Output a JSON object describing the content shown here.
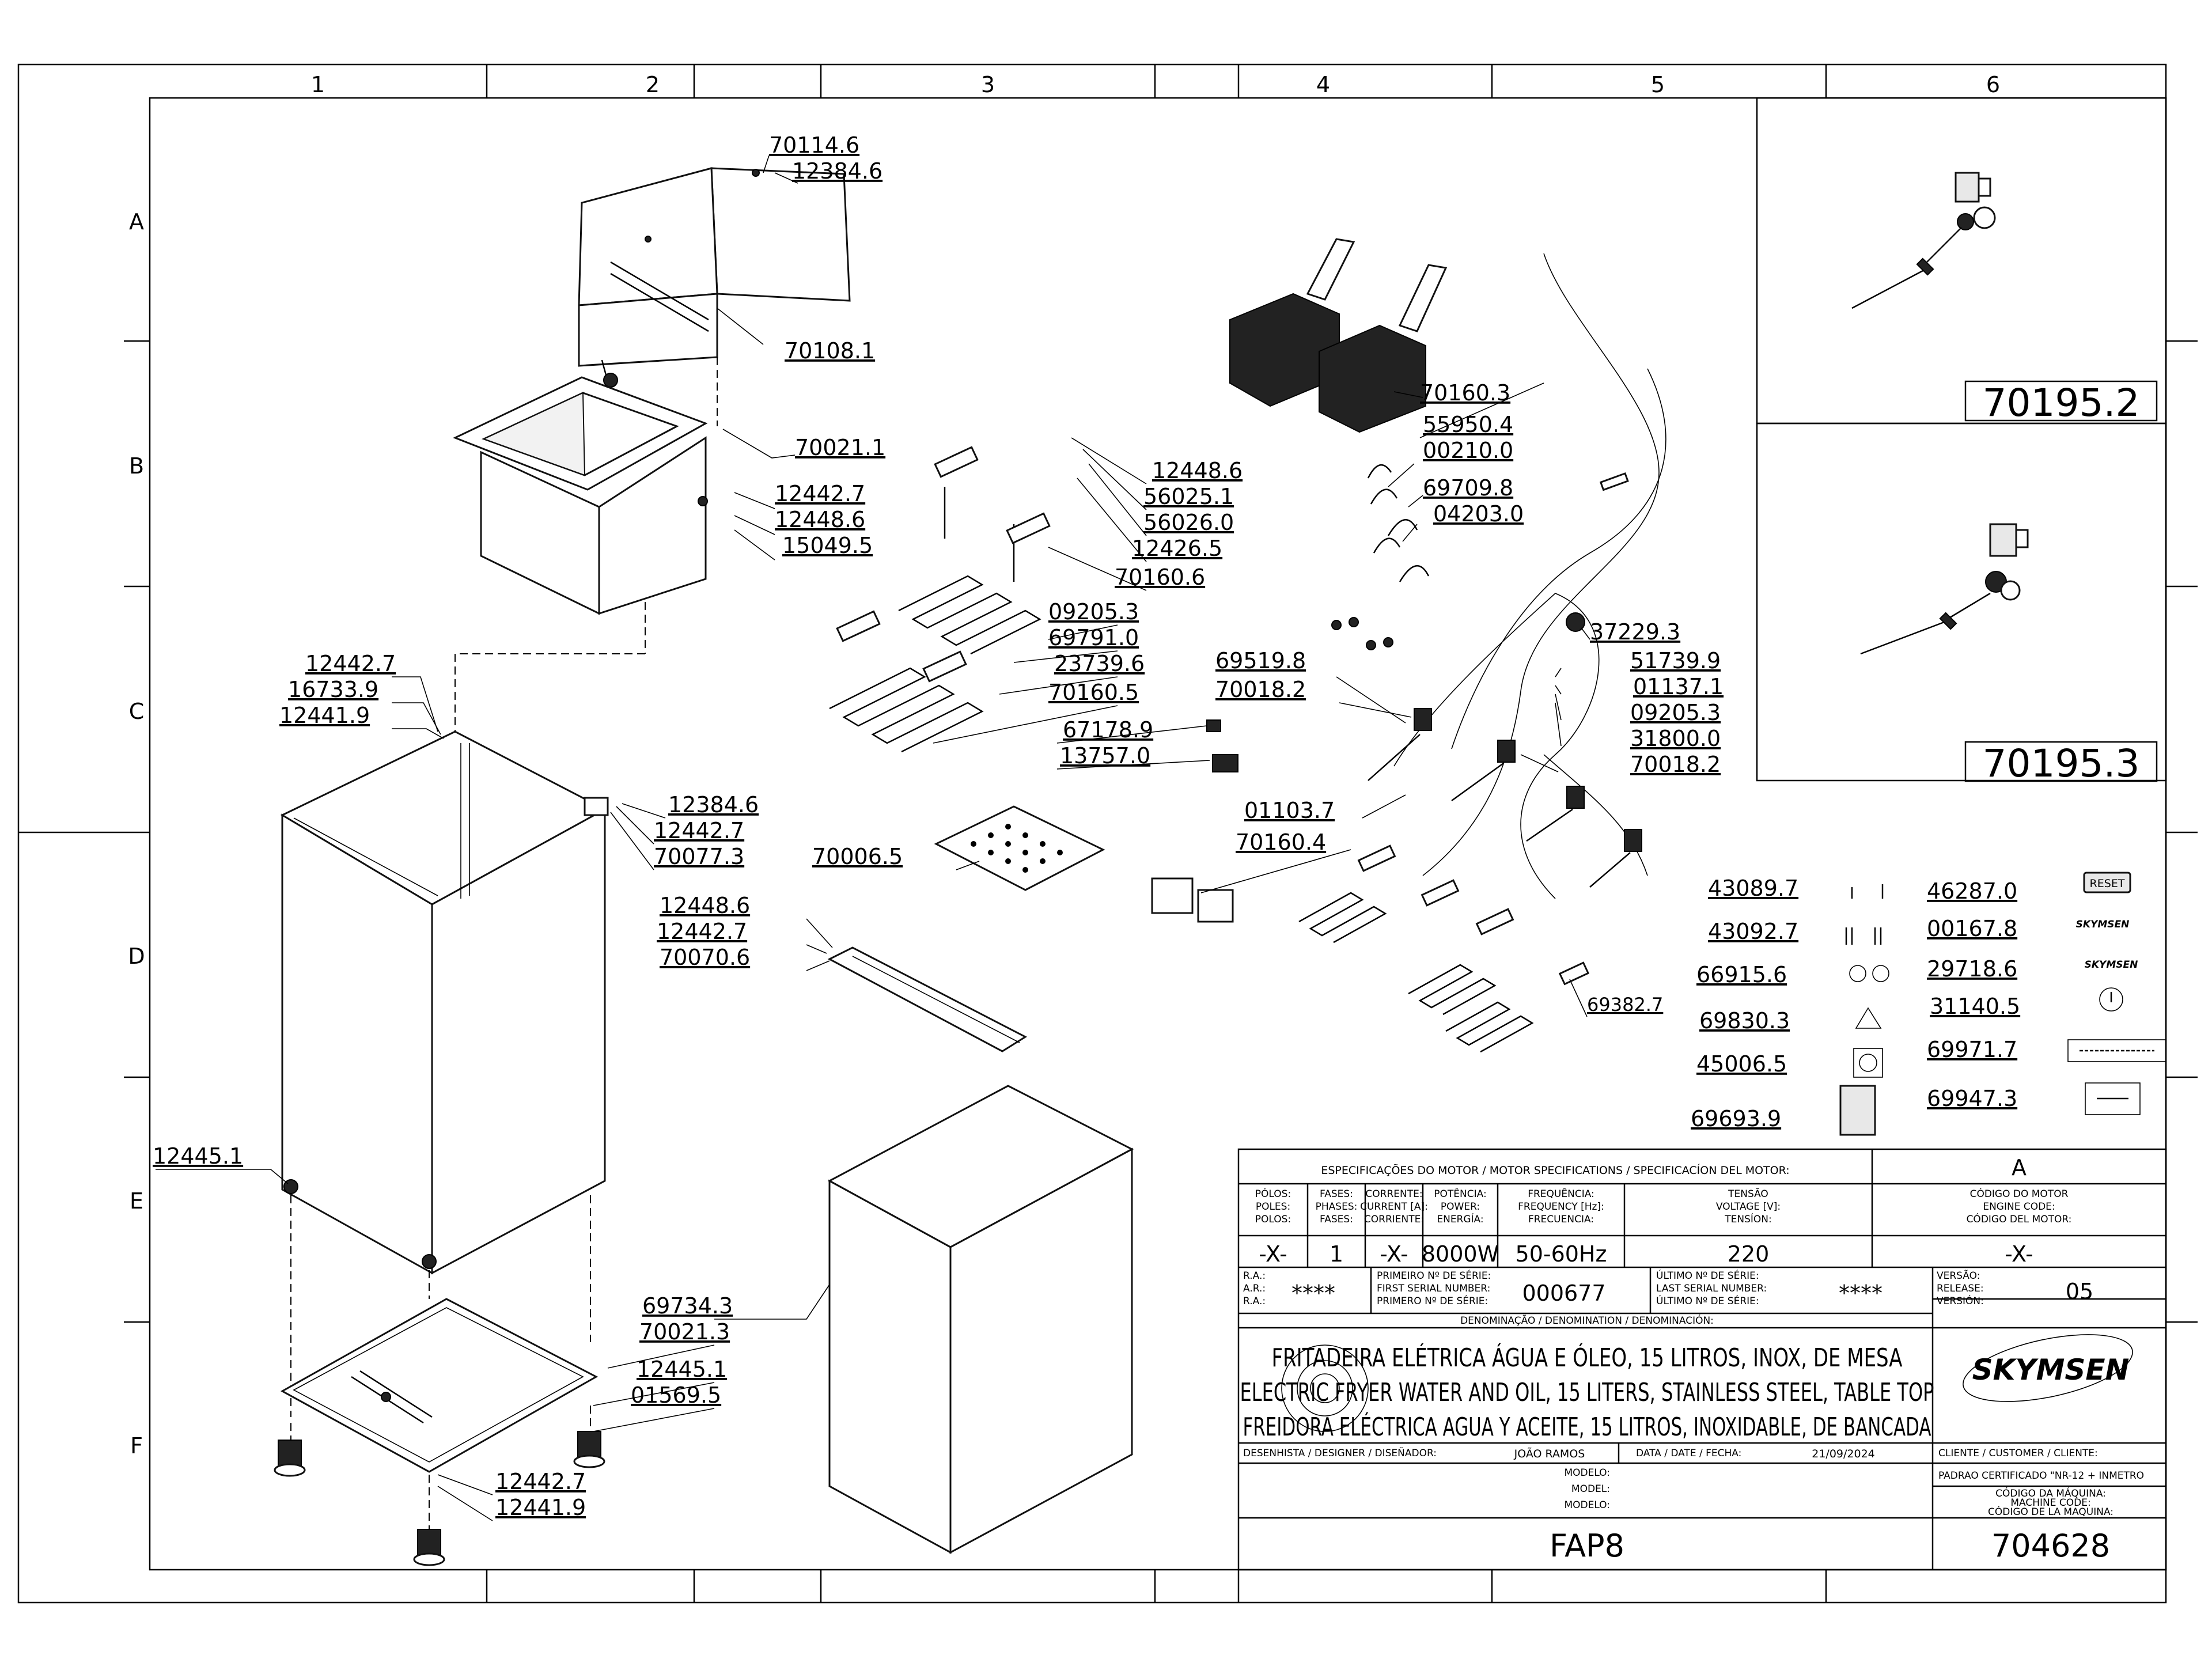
{
  "grid": {
    "columns": [
      "1",
      "2",
      "3",
      "4",
      "5",
      "6"
    ],
    "rows": [
      "A",
      "B",
      "C",
      "D",
      "E",
      "F"
    ]
  },
  "part_labels": [
    "70114.6",
    "12384.6",
    "70108.1",
    "70021.1",
    "12442.7",
    "12448.6",
    "15049.5",
    "12442.7",
    "16733.9",
    "12441.9",
    "12384.6",
    "12442.7",
    "70077.3",
    "12448.6",
    "12442.7",
    "70070.6",
    "12445.1",
    "69734.3",
    "70021.3",
    "12445.1",
    "01569.5",
    "12442.7",
    "12441.9",
    "12448.6",
    "56025.1",
    "56026.0",
    "12426.5",
    "70160.6",
    "09205.3",
    "69791.0",
    "23739.6",
    "70160.5",
    "67178.9",
    "13757.0",
    "70006.5",
    "70160.3",
    "55950.4",
    "00210.0",
    "69709.8",
    "04203.0",
    "69519.8",
    "70018.2",
    "37229.3",
    "51739.9",
    "01137.1",
    "09205.3",
    "31800.0",
    "70018.2",
    "01103.7",
    "70160.4",
    "69382.7",
    "43089.7",
    "43092.7",
    "66915.6",
    "69830.3",
    "45006.5",
    "69693.9",
    "46287.0",
    "00167.8",
    "29718.6",
    "31140.5",
    "69971.7",
    "69947.3"
  ],
  "detail_boxes": [
    "70195.2",
    "70195.3"
  ],
  "icons": {
    "reset_badge": "RESET",
    "brand_small_1": "SKYMSEN",
    "brand_small_2": "SKYMSEN"
  },
  "title_block": {
    "motor_header": "ESPECIFICAÇÕES DO MOTOR / MOTOR SPECIFICATIONS / SPECIFICACÍON DEL MOTOR:",
    "revision": "A",
    "col_headers": {
      "poles": [
        "PÓLOS:",
        "POLES:",
        "POLOS:"
      ],
      "phases": [
        "FASES:",
        "PHASES:",
        "FASES:"
      ],
      "current": [
        "CORRENTE:",
        "CURRENT [A]:",
        "CORRIENTE:"
      ],
      "power": [
        "POTÊNCIA:",
        "POWER:",
        "ENERGÍA:"
      ],
      "frequency": [
        "FREQUÊNCIA:",
        "FREQUENCY [Hz]:",
        "FRECUENCIA:"
      ],
      "voltage": [
        "TENSÃO",
        "VOLTAGE [V]:",
        "TENSÍON:"
      ],
      "motor_code": [
        "CÓDIGO DO MOTOR",
        "ENGINE CODE:",
        "CÓDIGO DEL MOTOR:"
      ]
    },
    "values": {
      "poles": "-X-",
      "phases": "1",
      "current": "-X-",
      "power": "8000W",
      "frequency": "50-60Hz",
      "voltage": "220",
      "motor_code": "-X-"
    },
    "ra_labels": [
      "R.A.:",
      "A.R.:",
      "R.A.:"
    ],
    "ra_value": "****",
    "first_serial_labels": [
      "PRIMEIRO Nº DE SÉRIE:",
      "FIRST SERIAL NUMBER:",
      "PRIMERO Nº DE SÉRIE:"
    ],
    "first_serial": "000677",
    "last_serial_labels": [
      "ÚLTIMO Nº DE SÉRIE:",
      "LAST SERIAL NUMBER:",
      "ÚLTIMO Nº DE SÉRIE:"
    ],
    "last_serial": "****",
    "version_labels": [
      "VERSÃO:",
      "RELEASE:",
      "VERSIÓN:"
    ],
    "version": "05",
    "denomination_header": "DENOMINAÇÃO / DENOMINATION / DENOMINACIÓN:",
    "denomination_pt": "FRITADEIRA ELÉTRICA ÁGUA E ÓLEO, 15 LITROS, INOX, DE MESA",
    "denomination_en": "ELECTRIC FRYER WATER AND OIL, 15 LITERS, STAINLESS STEEL, TABLE TOP",
    "denomination_es": "FREIDORA ELÉCTRICA AGUA Y ACEITE, 15 LITROS, INOXIDABLE, DE BANCADA",
    "brand": "SKYMSEN",
    "client_label": "CLIENTE / CUSTOMER / CLIENTE:",
    "client_value": "PADRAO CERTIFICADO \"NR-12 + INMETRO",
    "designer_label": "DESENHISTA / DESIGNER / DISEÑADOR:",
    "designer": "JOÃO RAMOS",
    "date_label": "DATA / DATE / FECHA:",
    "date": "21/09/2024",
    "model_labels": [
      "MODELO:",
      "MODEL:",
      "MODELO:"
    ],
    "machine_code_labels": [
      "CÓDIGO DA MÁQUINA:",
      "MACHINE CODE:",
      "CÓDIGO DE LA MAQUINA:"
    ],
    "model": "FAP8",
    "machine_code": "704628"
  }
}
